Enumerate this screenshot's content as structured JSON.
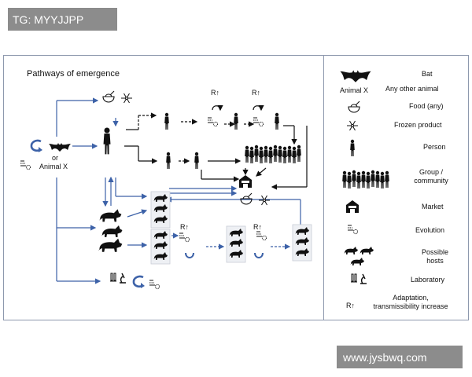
{
  "watermarks": {
    "top": "TG: MYYJJPP",
    "bottom": "www.jysbwq.com"
  },
  "diagram": {
    "title": "Pathways of emergence",
    "source_label_or": "or",
    "source_label_animal": "Animal X",
    "adaptation_marker": "R↑"
  },
  "legend": {
    "bat": "Bat",
    "animal_x": "Animal X",
    "any_other_animal": "Any other animal",
    "food": "Food (any)",
    "frozen": "Frozen product",
    "person": "Person",
    "group": "Group /\ncommunity",
    "market": "Market",
    "evolution": "Evolution",
    "hosts": "Possible\nhosts",
    "laboratory": "Laboratory",
    "adaptation_symbol": "R↑",
    "adaptation": "Adaptation,\ntransmissibility increase"
  },
  "colors": {
    "arrow_blue": "#3d62a8",
    "frame": "#8d98ad",
    "watermark": "#8c8c8c"
  },
  "icons": [
    "bat-icon",
    "person-icon",
    "food-bowl-icon",
    "snowflake-icon",
    "market-icon",
    "evolution-icon",
    "animal-icon",
    "microscope-icon",
    "refresh-arrow-icon",
    "crowd-icon"
  ]
}
